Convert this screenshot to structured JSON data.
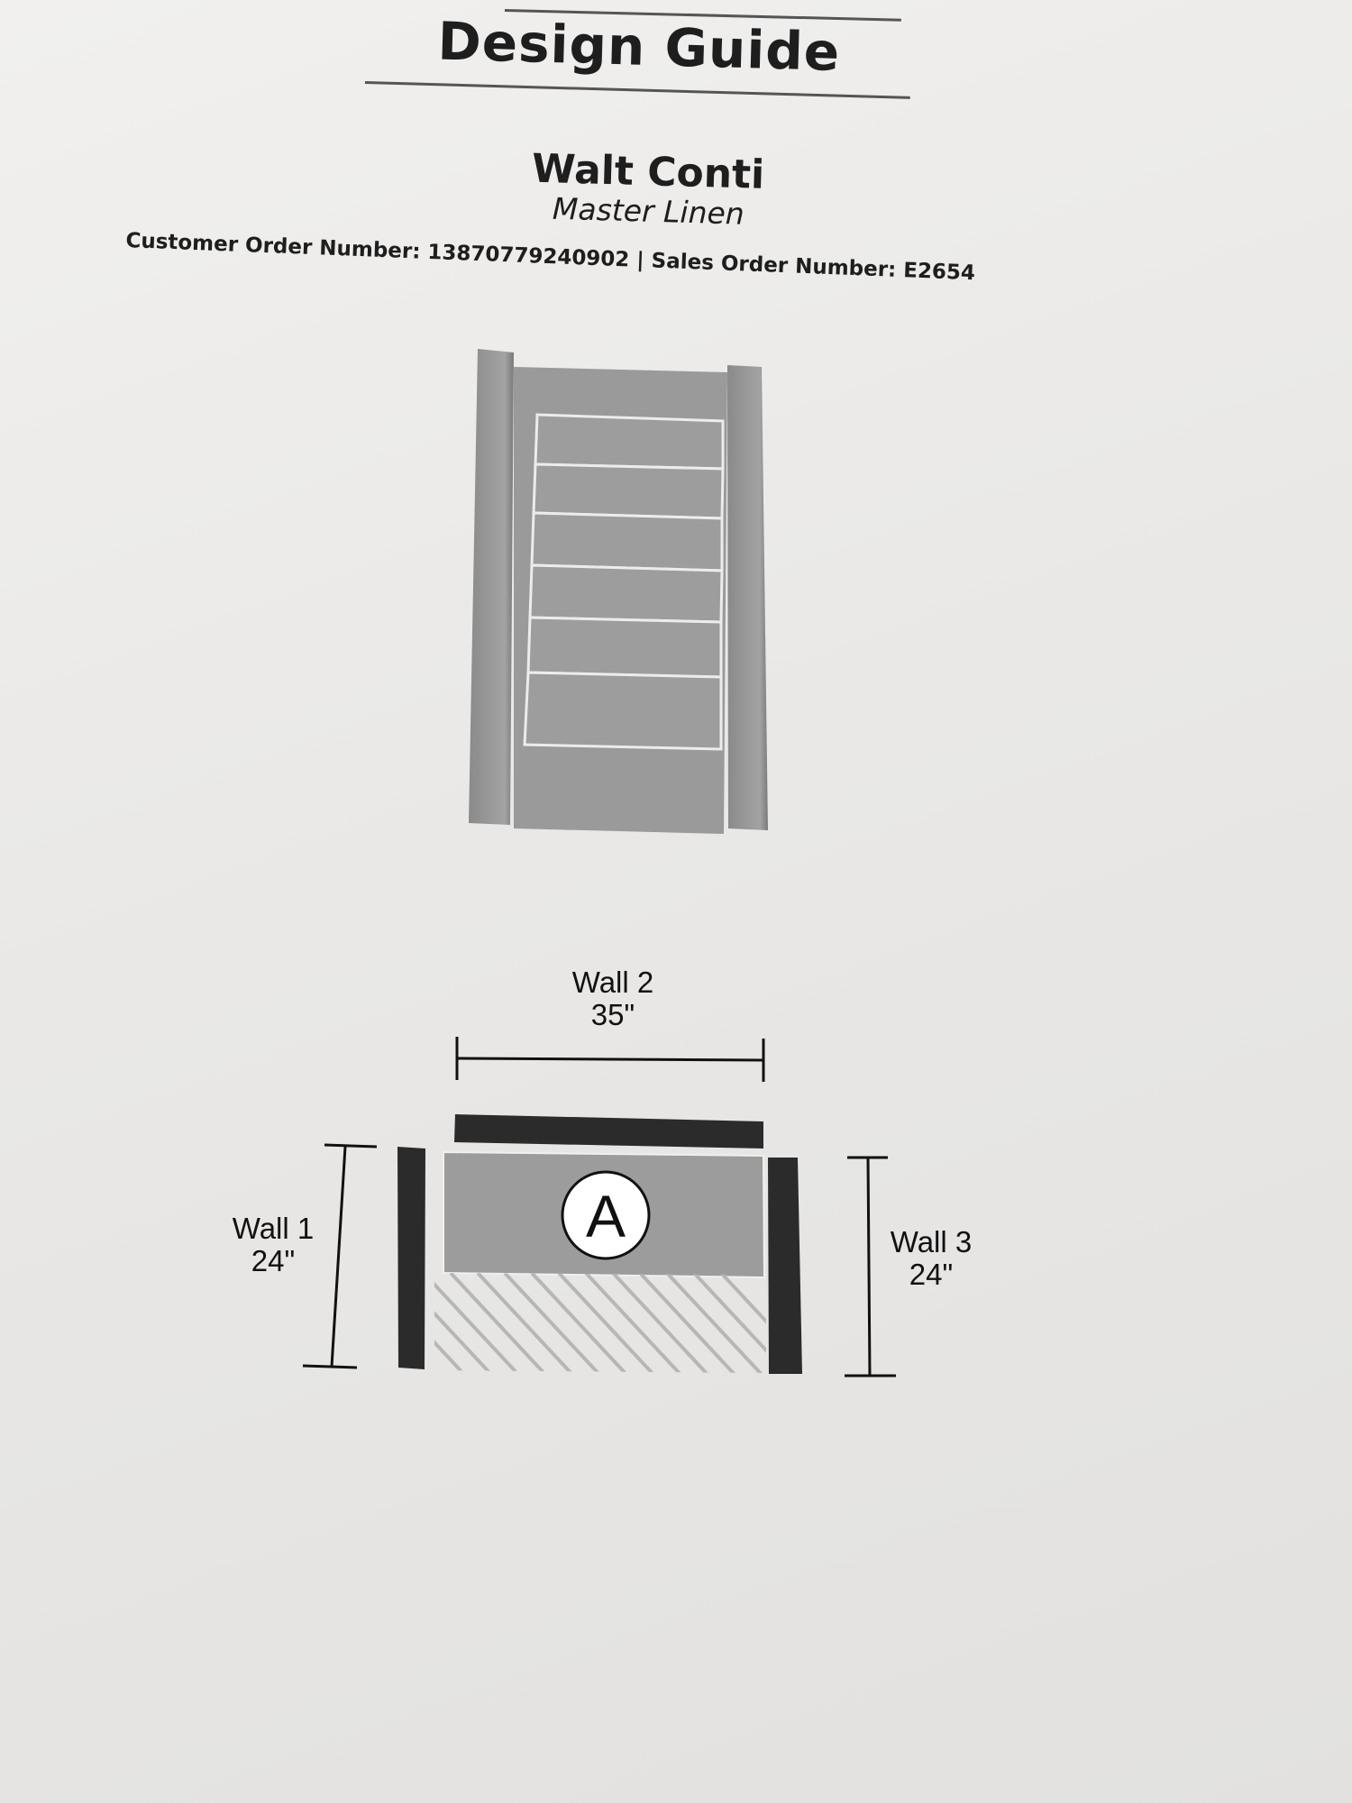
{
  "document": {
    "title": "Design Guide",
    "customer_name": "Walt Conti",
    "product_name": "Master Linen",
    "order_line": "Customer Order Number: 13870779240902 | Sales Order Number: E2654"
  },
  "layout_diagram": {
    "section_marker": "A",
    "walls": [
      {
        "name": "Wall 1",
        "length": "24\""
      },
      {
        "name": "Wall 2",
        "length": "35\""
      },
      {
        "name": "Wall 3",
        "length": "24\""
      }
    ]
  },
  "colors": {
    "paper": "#ecebe9",
    "wall_dark": "#2b2b2b",
    "cabinet_gray": "#9c9c9c",
    "rule": "#555555"
  }
}
